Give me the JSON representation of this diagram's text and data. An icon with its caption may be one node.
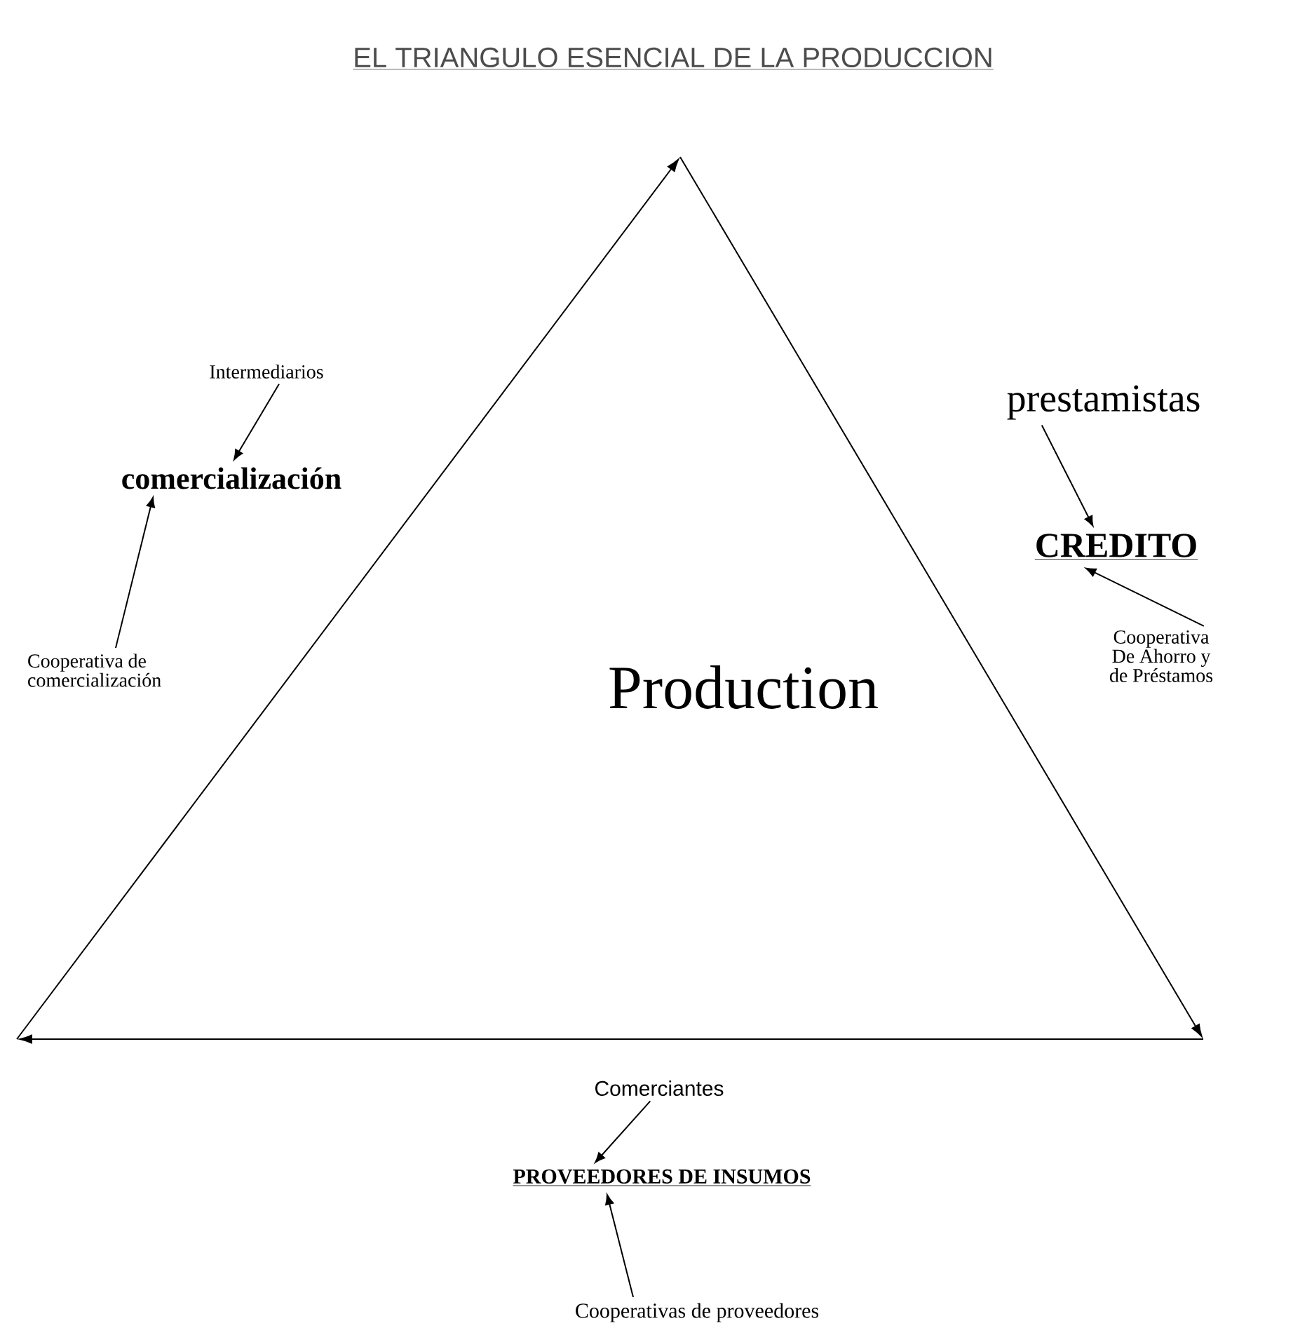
{
  "diagram": {
    "title": "EL TRIANGULO ESENCIAL DE LA PRODUCCION",
    "nodes": [
      {
        "text": [
          "Production"
        ]
      },
      {
        "text": [
          "Intermediarios"
        ]
      },
      {
        "text": [
          "comercialización"
        ]
      },
      {
        "text": [
          "Cooperativa de comercialización"
        ]
      },
      {
        "text": [
          "prestamistas"
        ]
      },
      {
        "text": [
          "CREDITO"
        ]
      },
      {
        "text": [
          "Cooperativa De Ahorro y de Préstamos"
        ]
      },
      {
        "text": [
          "Comerciantes"
        ]
      },
      {
        "text": [
          "PROVEEDORES DE INSUMOS"
        ]
      },
      {
        "text": [
          "Cooperativas de proveedores"
        ]
      }
    ],
    "edges": [
      {
        "from": 1,
        "to": 2,
        "arrow": "to"
      },
      {
        "from": 3,
        "to": 2,
        "arrow": "to"
      },
      {
        "from": 4,
        "to": 5,
        "arrow": "to"
      },
      {
        "from": 6,
        "to": 5,
        "arrow": "to"
      },
      {
        "from": 7,
        "to": 8,
        "arrow": "to"
      },
      {
        "from": 9,
        "to": 8,
        "arrow": "to"
      }
    ]
  }
}
